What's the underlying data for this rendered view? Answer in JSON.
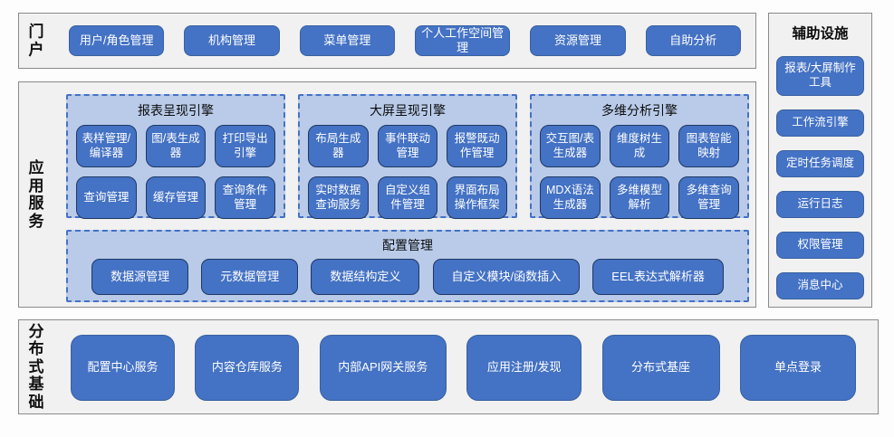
{
  "portal": {
    "label": "门户",
    "buttons": [
      "用户/角色管理",
      "机构管理",
      "菜单管理",
      "个人工作空间管理",
      "资源管理",
      "自助分析"
    ]
  },
  "app": {
    "label": "应用服务",
    "groups": [
      {
        "title": "报表呈现引擎",
        "buttons": [
          "表样管理/编译器",
          "图/表生成器",
          "打印导出引擎",
          "查询管理",
          "缓存管理",
          "查询条件管理"
        ]
      },
      {
        "title": "大屏呈现引擎",
        "buttons": [
          "布局生成器",
          "事件联动管理",
          "报警既动作管理",
          "实时数据查询服务",
          "自定义组件管理",
          "界面布局操作框架"
        ]
      },
      {
        "title": "多维分析引擎",
        "buttons": [
          "交互图/表生成器",
          "维度树生成",
          "图表智能映射",
          "MDX语法生成器",
          "多维模型解析",
          "多维查询管理"
        ]
      }
    ],
    "config": {
      "title": "配置管理",
      "buttons": [
        "数据源管理",
        "元数据管理",
        "数据结构定义",
        "自定义模块/函数插入",
        "EEL表达式解析器"
      ]
    }
  },
  "distributed": {
    "label": "分布式基础",
    "buttons": [
      "配置中心服务",
      "内容仓库服务",
      "内部API网关服务",
      "应用注册/发现",
      "分布式基座",
      "单点登录"
    ]
  },
  "auxiliary": {
    "title": "辅助设施",
    "buttons": [
      "报表/大屏制作工具",
      "工作流引擎",
      "定时任务调度",
      "运行日志",
      "权限管理",
      "消息中心"
    ]
  },
  "colors": {
    "node_fill": "#4472c4",
    "node_border_dark": "#1f3864",
    "group_fill": "#b9cbe9",
    "group_dashed_border": "#4472c4",
    "section_fill": "#f1f1f1",
    "section_border": "#8a8a8a",
    "node_text": "#ffffff"
  }
}
